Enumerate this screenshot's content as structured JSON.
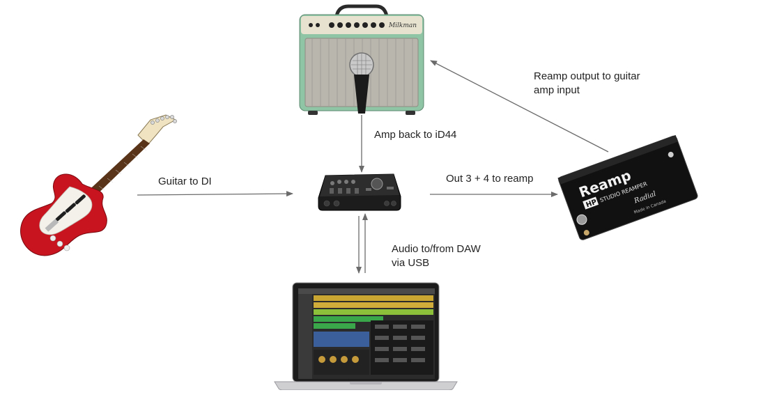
{
  "labels": {
    "guitar_to_di": "Guitar to DI",
    "amp_back": "Amp back to iD44",
    "out_to_reamp": "Out 3 + 4 to reamp",
    "reamp_output_line1": "Reamp output to guitar",
    "reamp_output_line2": "amp input",
    "audio_daw_line1": "Audio to/from DAW",
    "audio_daw_line2": "via USB"
  },
  "device_text": {
    "amp_brand": "Milkman",
    "reamp_brand": "Reamp",
    "reamp_model": "HP",
    "reamp_subtitle": "STUDIO REAMPER",
    "reamp_maker": "Radial",
    "reamp_origin": "Made in Canada"
  },
  "colors": {
    "amp_body": "#8fc4a4",
    "amp_grille": "#b9b6ae",
    "guitar_body": "#c8141f",
    "arrow": "#6b6b6b"
  }
}
